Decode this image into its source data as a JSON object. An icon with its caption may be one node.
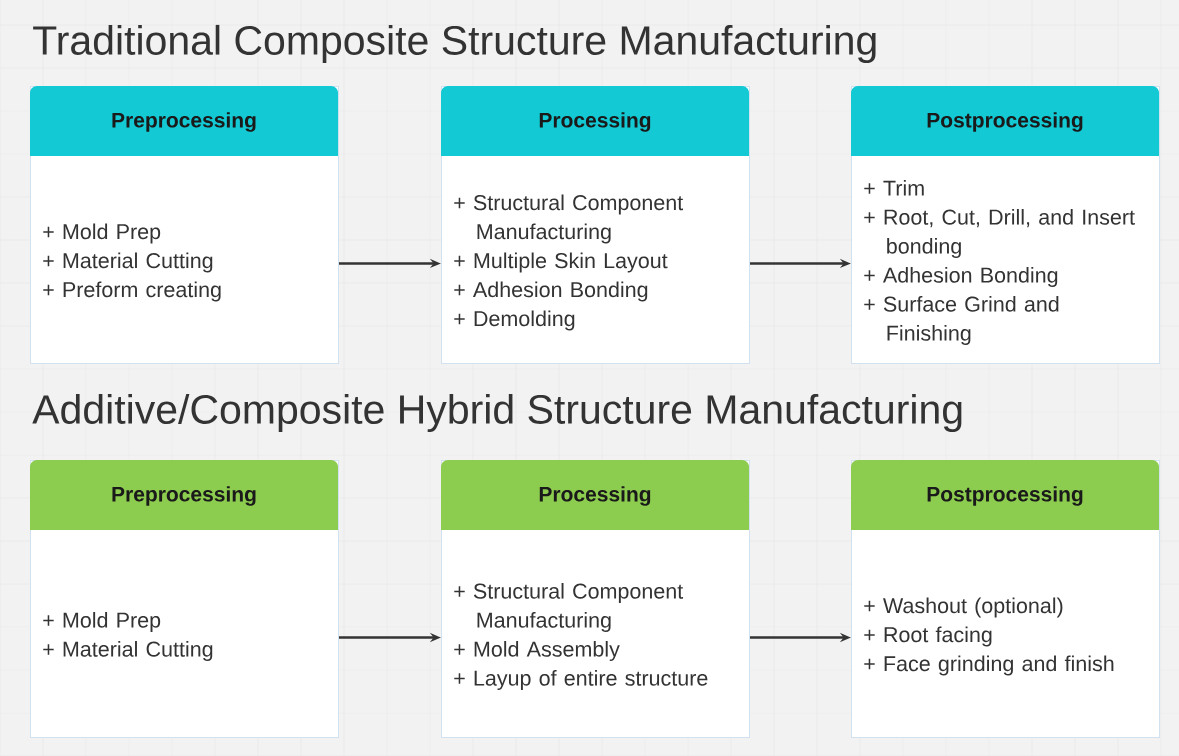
{
  "diagram": {
    "title": "Traditional Composite Structure Manufacturing",
    "nodes": [
      {
        "text": [
          "Preprocessing",
          "+ Mold Prep",
          "+ Material Cutting",
          "+ Preform creating"
        ]
      },
      {
        "text": [
          "Processing",
          "+ Structural Component Manufacturing",
          "+ Multiple Skin Layout",
          "+ Adhesion Bonding",
          "+ Demolding"
        ]
      },
      {
        "text": [
          "Postprocessing",
          "+ Trim",
          "+ Root, Cut, Drill, and Insert bonding",
          "+ Adhesion Bonding",
          "+ Surface Grind and Finishing"
        ]
      },
      {
        "text": [
          "Preprocessing",
          "+ Mold Prep",
          "+ Material Cutting"
        ]
      },
      {
        "text": [
          "Processing",
          "+ Structural Component Manufacturing",
          "+ Mold Assembly",
          "+ Layup of entire structure"
        ]
      },
      {
        "text": [
          "Postprocessing",
          "+ Washout (optional)",
          "+ Root facing",
          "+ Face grinding and finish"
        ]
      }
    ],
    "edges": [
      {
        "from": 0,
        "to": 1,
        "arrow": "to"
      },
      {
        "from": 1,
        "to": 2,
        "arrow": "to"
      },
      {
        "from": 3,
        "to": 4,
        "arrow": "to"
      },
      {
        "from": 4,
        "to": 5,
        "arrow": "to"
      }
    ],
    "labels": [
      "Additive/Composite Hybrid Structure Manufacturing"
    ]
  }
}
